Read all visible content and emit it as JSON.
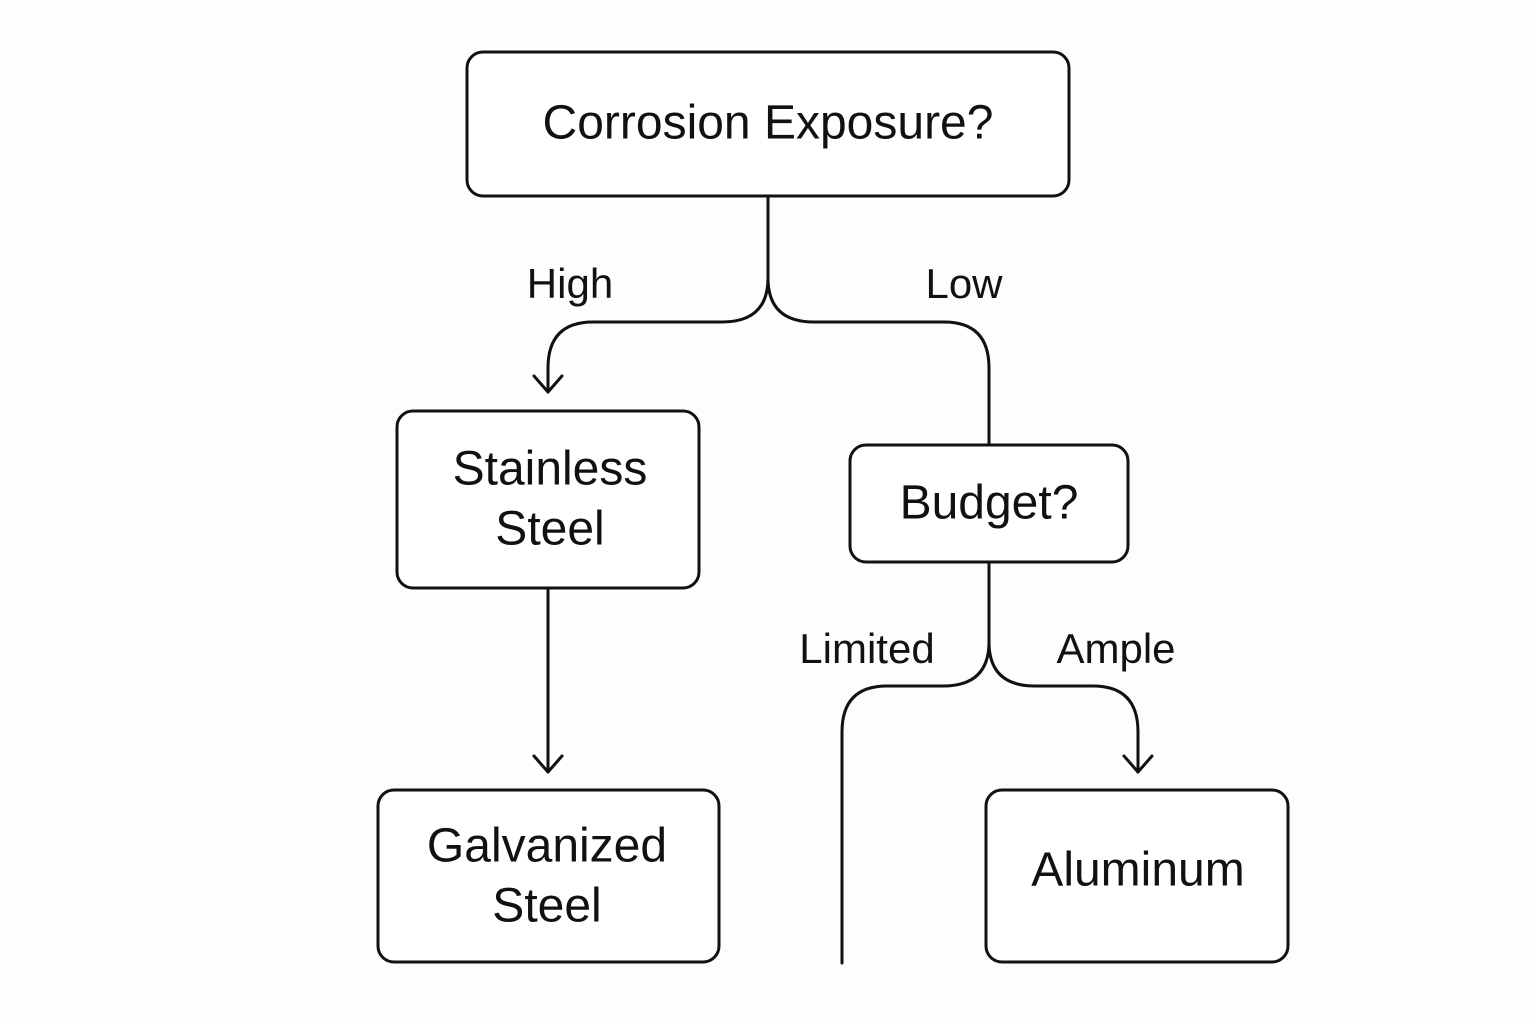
{
  "nodes": {
    "corrosion": {
      "line1": "Corrosion Exposure?"
    },
    "stainless": {
      "line1": "Stainless",
      "line2": "Steel"
    },
    "budget": {
      "line1": "Budget?"
    },
    "galvanized": {
      "line1": "Galvanized",
      "line2": "Steel"
    },
    "aluminum": {
      "line1": "Aluminum"
    }
  },
  "edges": {
    "high": "High",
    "low": "Low",
    "limited": "Limited",
    "ample": "Ample"
  }
}
